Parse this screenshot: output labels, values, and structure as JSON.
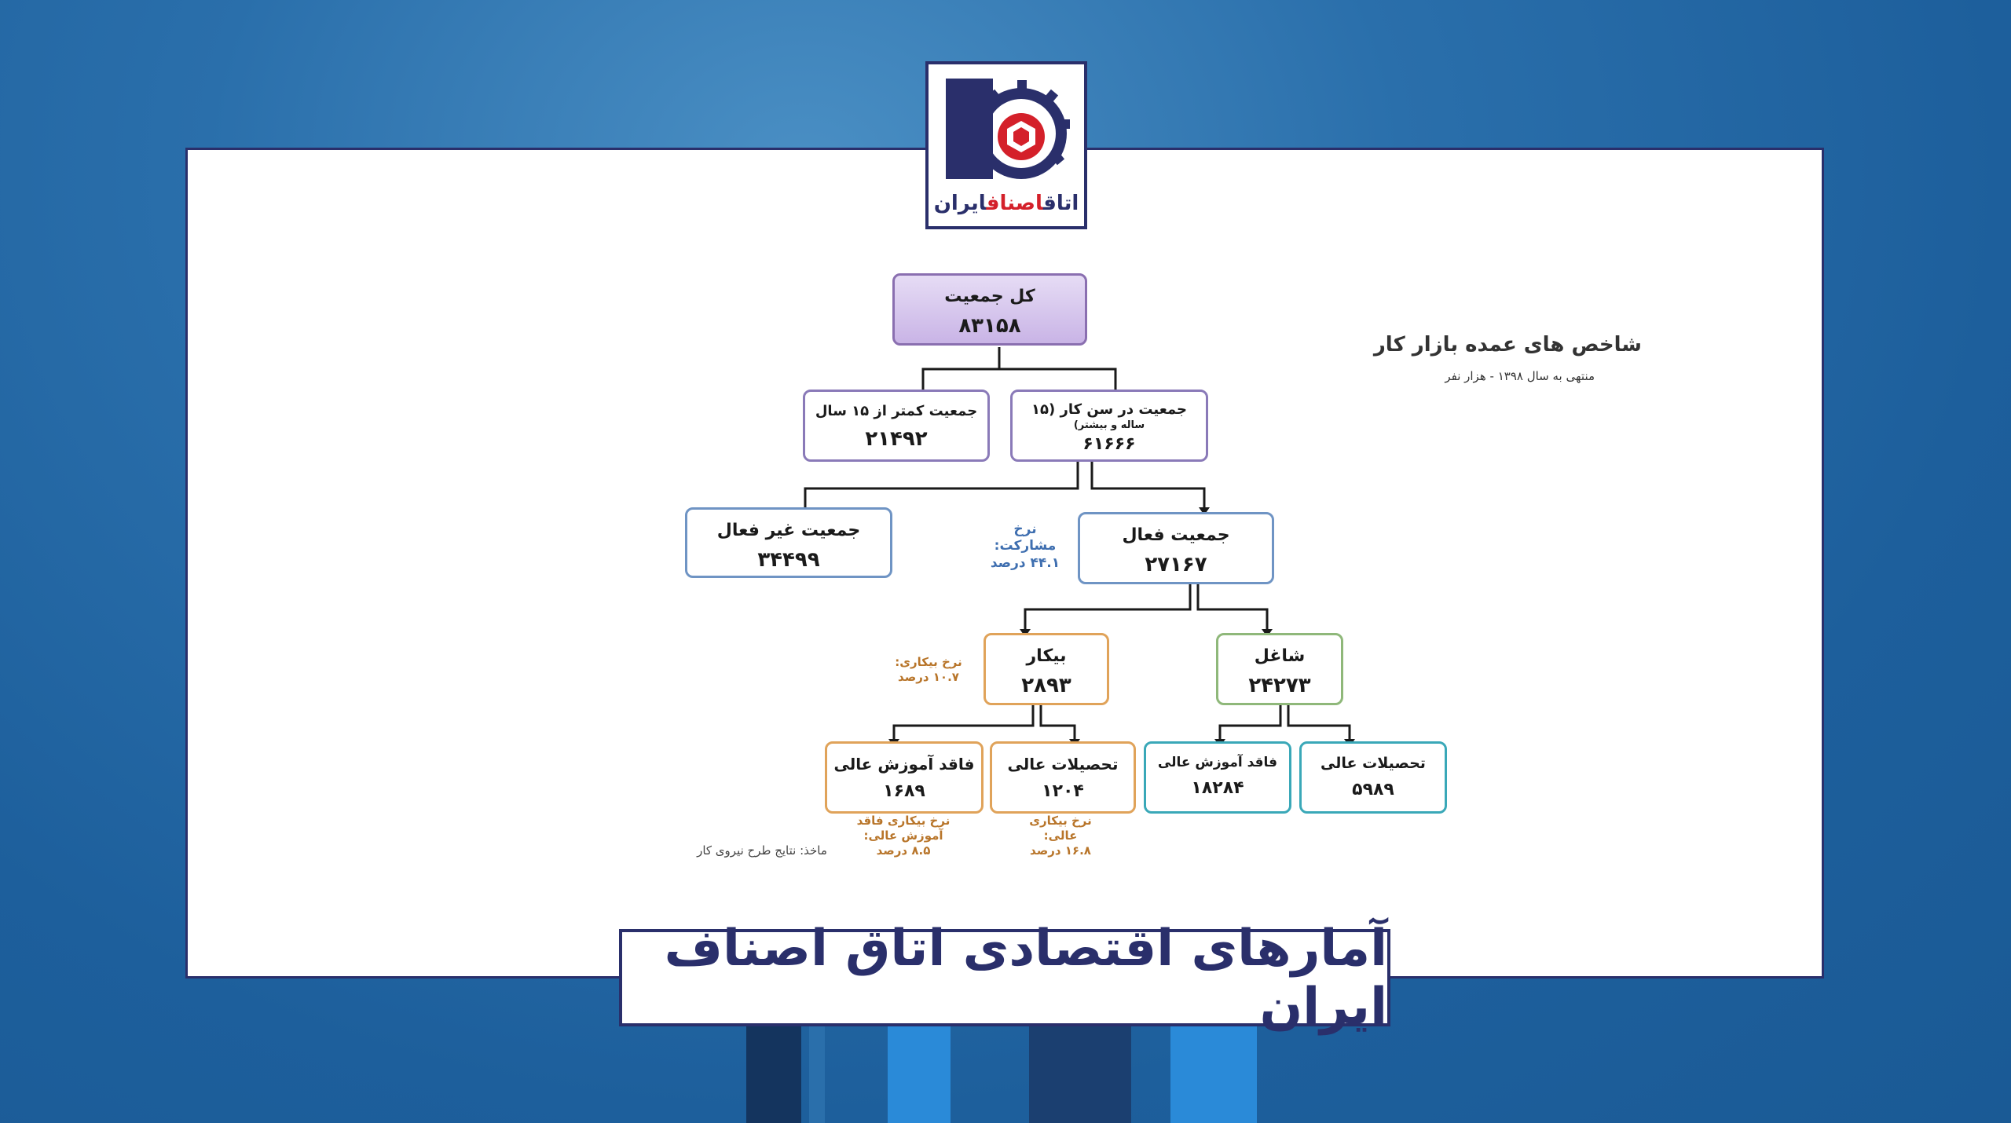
{
  "logo": {
    "text_main": "اتاق",
    "text_accent": "اصناف",
    "text_end": "ایران"
  },
  "heading": {
    "title": "شاخص های عمده بازار کار",
    "subtitle": "منتهی به سال ۱۳۹۸ - هزار نفر"
  },
  "nodes": {
    "total": {
      "label": "کل جمعیت",
      "value": "۸۳۱۵۸"
    },
    "under15": {
      "label": "جمعیت کمتر از ۱۵ سال",
      "value": "۲۱۴۹۲"
    },
    "working_age": {
      "label": "جمعیت در سن کار (۱۵",
      "sub": "ساله و بیشتر)",
      "value": "۶۱۶۶۶"
    },
    "inactive": {
      "label": "جمعیت غیر فعال",
      "value": "۳۴۴۹۹"
    },
    "active": {
      "label": "جمعیت فعال",
      "value": "۲۷۱۶۷"
    },
    "unemployed": {
      "label": "بیکار",
      "value": "۲۸۹۳"
    },
    "employed": {
      "label": "شاغل",
      "value": "۲۴۲۷۳"
    },
    "unemp_no_higher": {
      "label": "فاقد آموزش عالی",
      "value": "۱۶۸۹"
    },
    "unemp_higher": {
      "label": "تحصیلات عالی",
      "value": "۱۲۰۴"
    },
    "emp_no_higher": {
      "label": "فاقد آموزش عالی",
      "value": "۱۸۲۸۴"
    },
    "emp_higher": {
      "label": "تحصیلات عالی",
      "value": "۵۹۸۹"
    }
  },
  "notes": {
    "participation": {
      "l1": "نرخ",
      "l2": "مشارکت:",
      "l3": "۴۴.۱ درصد"
    },
    "unemployment": {
      "l1": "نرخ بیکاری:",
      "l2": "۱۰.۷ درصد"
    },
    "unemp_no_higher": {
      "l1": "نرخ بیکاری فاقد",
      "l2": "آموزش عالی:",
      "l3": "۸.۵ درصد"
    },
    "unemp_higher": {
      "l1": "نرخ بیکاری",
      "l2": "عالی:",
      "l3": "۱۶.۸ درصد"
    }
  },
  "source": "ماخذ: نتایج طرح نیروی کار",
  "banner": "آمارهای اقتصادی اتاق اصناف ایران",
  "colors": {
    "navy": "#2a2f6b",
    "red": "#d4202a",
    "participation_blue": "#3f6fb0",
    "orange_note": "#b8752a"
  }
}
